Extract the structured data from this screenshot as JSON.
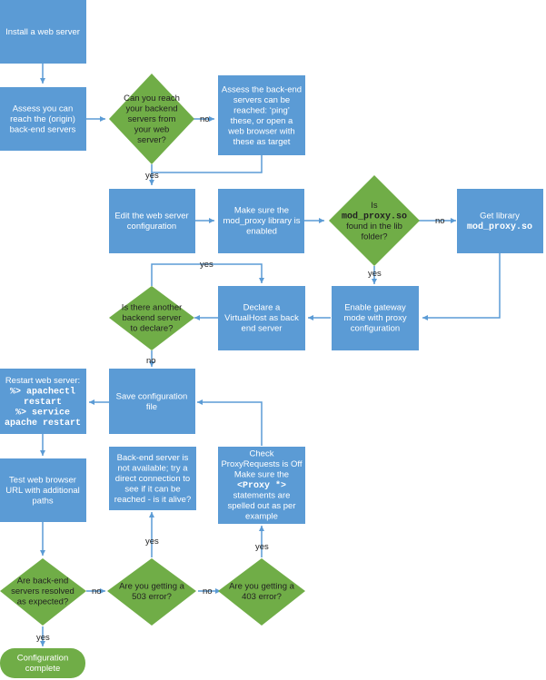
{
  "nodes": {
    "install": [
      "Install a web server"
    ],
    "assess": [
      "Assess you can",
      "reach the (origin)",
      "back-end servers"
    ],
    "can_reach": [
      "Can you reach",
      "your backend",
      "servers from",
      "your web",
      "server?"
    ],
    "assess_backend": [
      "Assess the back-end",
      "servers can be",
      "reached: ‘ping’",
      "these, or open a",
      "web browser with",
      "these as target"
    ],
    "edit_config": [
      "Edit the web server",
      "configuration"
    ],
    "make_sure": [
      "Make sure the",
      "mod_proxy library is",
      "enabled"
    ],
    "is_found": [
      "Is",
      "mod_proxy.so",
      "found in the lib",
      "folder?"
    ],
    "get_library": [
      "Get library",
      "mod_proxy.so"
    ],
    "another_backend": [
      "Is there another",
      "backend server",
      "to declare?"
    ],
    "declare_vhost": [
      "Declare a",
      "VirtualHost as back",
      "end server"
    ],
    "enable_gateway": [
      "Enable gateway",
      "mode with proxy",
      "configuration"
    ],
    "restart": [
      "Restart web server:",
      "%> apachectl",
      "restart",
      "%> service",
      "apache restart"
    ],
    "save_config": [
      "Save configuration",
      "file"
    ],
    "test_browser": [
      "Test web browser",
      "URL with additional",
      "paths"
    ],
    "backend_na": [
      "Back-end server is",
      "not available; try a",
      "direct connection to",
      "see if it can be",
      "reached -  is it alive?"
    ],
    "check_proxy": [
      "Check",
      "ProxyRequests is Off",
      "Make sure the",
      "<Proxy *>",
      "statements are",
      "spelled out as per",
      "example"
    ],
    "resolved": [
      "Are back-end",
      "servers resolved",
      "as expected?"
    ],
    "err503": [
      "Are you getting a",
      "503 error?"
    ],
    "err403": [
      "Are you getting a",
      "403 error?"
    ],
    "complete": [
      "Configuration",
      "complete"
    ]
  },
  "edge_labels": {
    "no1": "no",
    "yes1": "yes",
    "no2": "no",
    "yes2": "yes",
    "yes3": "yes",
    "no3": "no",
    "yes4": "yes",
    "yes5": "yes",
    "no4": "no",
    "no5": "no",
    "yes6": "yes"
  },
  "colors": {
    "box": "#5b9bd5",
    "diamond": "#70ad47",
    "line": "#5b9bd5"
  }
}
